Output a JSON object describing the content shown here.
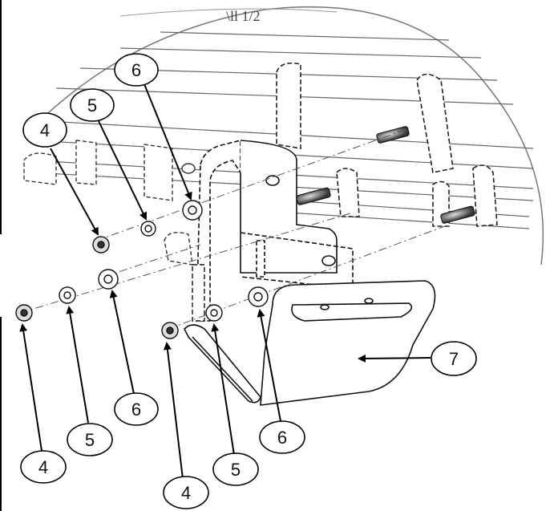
{
  "diagram": {
    "callouts": [
      {
        "id": "c6-top",
        "label": "6"
      },
      {
        "id": "c5-top",
        "label": "5"
      },
      {
        "id": "c4-top",
        "label": "4"
      },
      {
        "id": "c6-mid",
        "label": "6"
      },
      {
        "id": "c5-bot-left",
        "label": "5"
      },
      {
        "id": "c4-bot-left",
        "label": "4"
      },
      {
        "id": "c7",
        "label": "7"
      },
      {
        "id": "c6-bot-right",
        "label": "6"
      },
      {
        "id": "c5-bot-right",
        "label": "5"
      },
      {
        "id": "c4-bot-right",
        "label": "4"
      }
    ],
    "header_text": "\\ll 1/2"
  }
}
